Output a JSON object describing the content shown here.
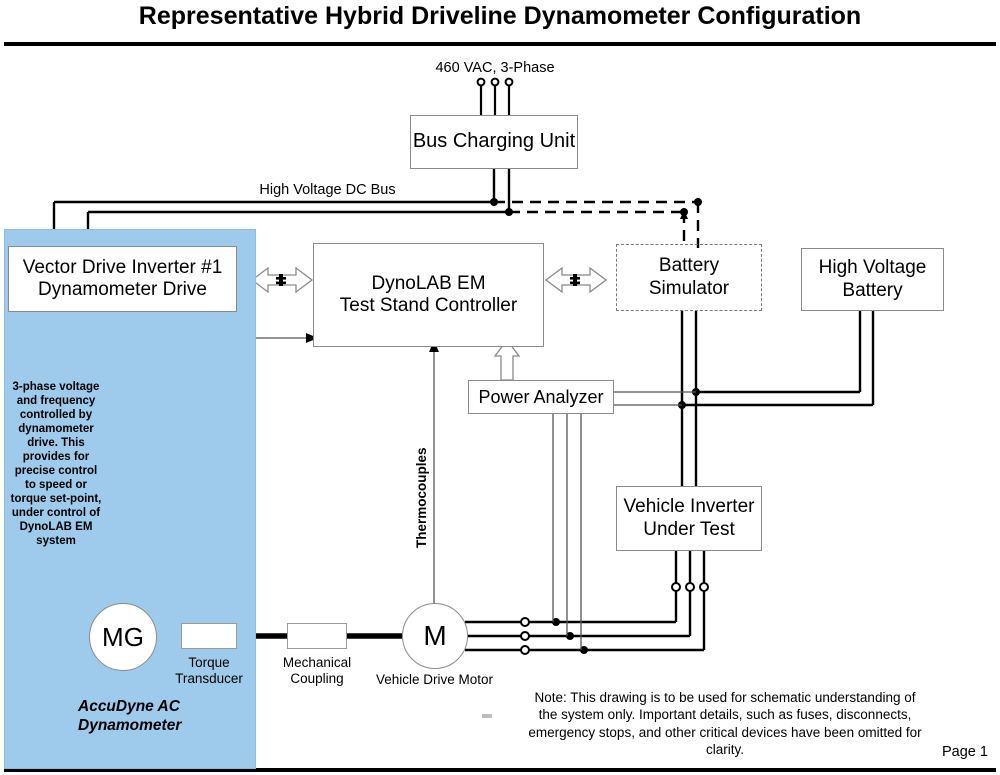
{
  "document": {
    "title": "Representative Hybrid Driveline Dynamometer Configuration",
    "page_label": "Page 1"
  },
  "labels": {
    "supply": "460 VAC, 3-Phase",
    "dc_bus": "High Voltage DC Bus",
    "thermocouples": "Thermocouples",
    "torque_transducer": "Torque\nTransducer",
    "torque_transducer_line1": "Torque",
    "torque_transducer_line2": "Transducer",
    "mechanical_coupling_line1": "Mechanical",
    "mechanical_coupling_line2": "Coupling",
    "vehicle_drive_motor": "Vehicle Drive Motor"
  },
  "blocks": {
    "bus_charging_unit": "Bus Charging Unit",
    "vector_drive_inverter_line1": "Vector Drive Inverter #1",
    "vector_drive_inverter_line2": "Dynamometer Drive",
    "controller_line1": "DynoLAB EM",
    "controller_line2": "Test Stand Controller",
    "battery_simulator_line1": "Battery",
    "battery_simulator_line2": "Simulator",
    "high_voltage_battery_line1": "High Voltage",
    "high_voltage_battery_line2": "Battery",
    "power_analyzer": "Power Analyzer",
    "vehicle_inverter_line1": "Vehicle Inverter",
    "vehicle_inverter_line2": "Under Test",
    "generator_symbol": "MG",
    "motor_symbol": "M"
  },
  "dynamometer_panel": {
    "description": "3-phase voltage and  frequency controlled by dynamometer drive. This provides for precise control to speed or torque set-point, under control of DynoLAB EM system",
    "name_line1": "AccuDyne AC",
    "name_line2": "Dynamometer"
  },
  "footer": {
    "note": "Note: This drawing is to be used for schematic understanding of the system only. Important details, such as fuses, disconnects, emergency stops, and other critical devices have been omitted for clarity."
  },
  "colors": {
    "panel_fill": "#9ecbec",
    "box_border": "#8a8a8a",
    "wire": "#000000",
    "signal_wire": "#555555"
  }
}
